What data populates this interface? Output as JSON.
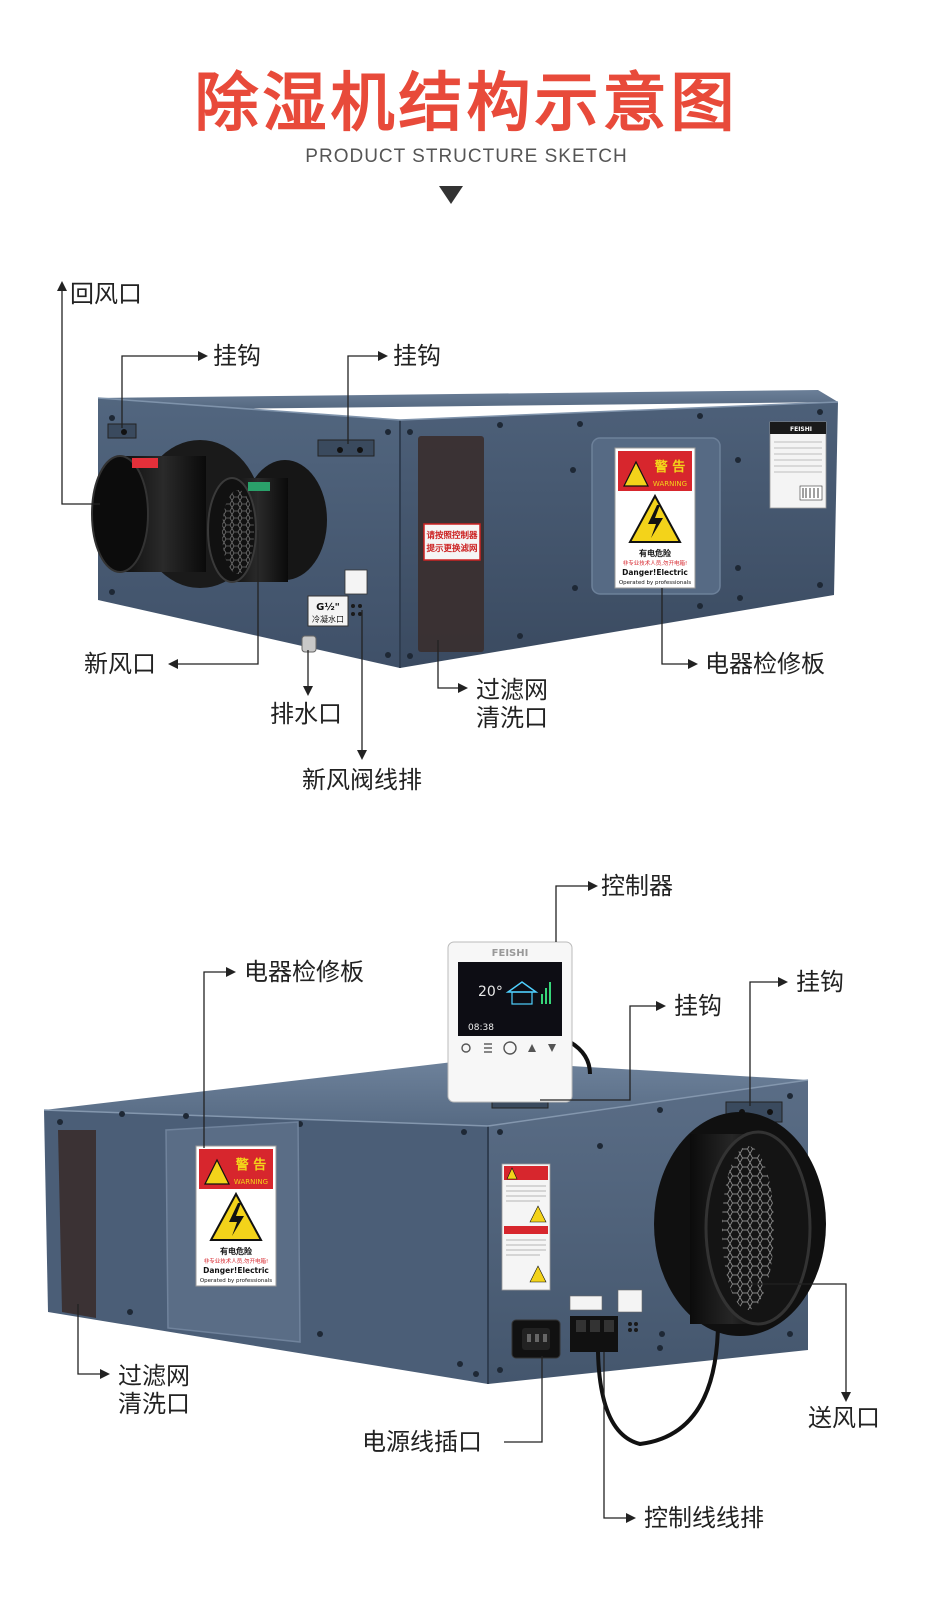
{
  "header": {
    "title": "除湿机结构示意图",
    "subtitle": "PRODUCT STRUCTURE SKETCH"
  },
  "diagram1": {
    "labels": {
      "return_air": "回风口",
      "hook_left": "挂钩",
      "hook_right": "挂钩",
      "fresh_air": "新风口",
      "drain": "排水口",
      "valve_wiring": "新风阀线排",
      "filter_line1": "过滤网",
      "filter_line2": "清洗口",
      "electrical_panel": "电器检修板"
    },
    "unit_text": {
      "filter_sticker_line1": "请按照控制器",
      "filter_sticker_line2": "提示更换滤网",
      "drain_tag_line1": "G½\"",
      "drain_tag_line2": "冷凝水口",
      "warning_title": "警 告",
      "warning_en": "WARNING",
      "warning_danger_cn": "有电危险",
      "warning_danger_sub": "非专业技术人员,勿开电箱!",
      "warning_danger_en": "Danger!Electric",
      "warning_operated": "Operated by professionals",
      "brand": "FEISHI"
    }
  },
  "diagram2": {
    "labels": {
      "controller": "控制器",
      "electrical_panel": "电器检修板",
      "hook_mid": "挂钩",
      "hook_right": "挂钩",
      "filter_line1": "过滤网",
      "filter_line2": "清洗口",
      "supply_air": "送风口",
      "power_socket": "电源线插口",
      "control_wiring": "控制线线排"
    },
    "controller_text": {
      "brand": "FEISHI",
      "temp": "20°",
      "clock": "08:38"
    },
    "unit_text": {
      "warning_title": "警 告",
      "warning_en": "WARNING",
      "warning_danger_cn": "有电危险",
      "warning_danger_sub": "非专业技术人员,勿开电箱!",
      "warning_danger_en": "Danger!Electric",
      "warning_operated": "Operated by professionals"
    }
  },
  "colors": {
    "title_red": "#e84a3a",
    "unit_blue": "#4a5f78",
    "unit_blue_dark": "#3a4b61",
    "duct_black": "#141414",
    "warning_red": "#d7262d",
    "warning_yellow": "#f3d31a"
  }
}
